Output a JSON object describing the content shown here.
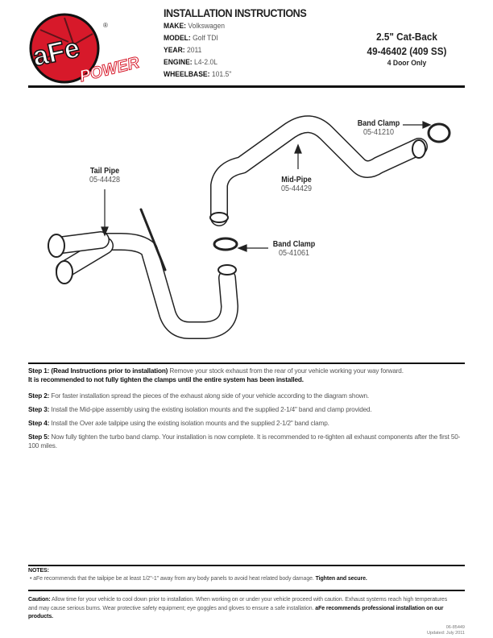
{
  "logo": {
    "text": "aFe",
    "subtext": "POWER",
    "registered": "®",
    "colors": {
      "red": "#d7192a",
      "black": "#111111"
    }
  },
  "header": {
    "title": "INSTALLATION INSTRUCTIONS",
    "specs": [
      {
        "label": "MAKE:",
        "value": "Volkswagen"
      },
      {
        "label": "MODEL:",
        "value": "Golf TDI"
      },
      {
        "label": "YEAR:",
        "value": "2011"
      },
      {
        "label": "ENGINE:",
        "value": "L4-2.0L"
      },
      {
        "label": "WHEELBASE:",
        "value": "101.5\""
      }
    ],
    "product": "2.5\" Cat-Back",
    "part_number": "49-46402 (409 SS)",
    "note": "4 Door Only"
  },
  "diagram": {
    "tail_pipe": {
      "name": "Tail Pipe",
      "part": "05-44428"
    },
    "mid_pipe": {
      "name": "Mid-Pipe",
      "part": "05-44429"
    },
    "band_clamp_1": {
      "name": "Band Clamp",
      "part": "05-41210"
    },
    "band_clamp_2": {
      "name": "Band Clamp",
      "part": "05-41061"
    }
  },
  "steps": [
    {
      "label": "Step 1:",
      "bold": "(Read Instructions prior to installation)",
      "text": " Remove your stock exhaust from the rear of your vehicle working your way forward.",
      "bold2": "It is recommended to not fully tighten the clamps until the entire system has been installed."
    },
    {
      "label": "Step 2:",
      "text": " For faster installation spread the pieces of the exhaust along side of your vehicle according to the diagram shown."
    },
    {
      "label": "Step 3:",
      "text": " Install the Mid-pipe assembly using the existing isolation mounts and the supplied 2-1/4\" band and clamp provided."
    },
    {
      "label": "Step 4:",
      "text": " Install the Over axle tailpipe using the existing isolation mounts and the supplied 2-1/2\" band clamp."
    },
    {
      "label": "Step 5:",
      "text": " Now fully tighten the turbo band clamp. Your installation is now complete. It is recommended to re-tighten all exhaust components after the first 50-100 miles."
    }
  ],
  "notes": {
    "title": "NOTES:",
    "item": "aFe recommends that the tailpipe be at least 1/2\"-1\" away from any body panels to avoid heat related body damage. ",
    "item_bold": "Tighten and secure."
  },
  "caution": {
    "label": "Caution:",
    "text": " Allow time for your vehicle to cool down prior to installation. When working on or under your vehicle proceed with caution.  Exhaust systems reach high temperatures and may cause serious burns. Wear protective safety equipment; eye goggles and gloves to ensure a safe installation. ",
    "bold": "aFe recommends professional installation on our products."
  },
  "footer": {
    "doc_number": "06-85449",
    "updated": "Updated: July 2011"
  }
}
